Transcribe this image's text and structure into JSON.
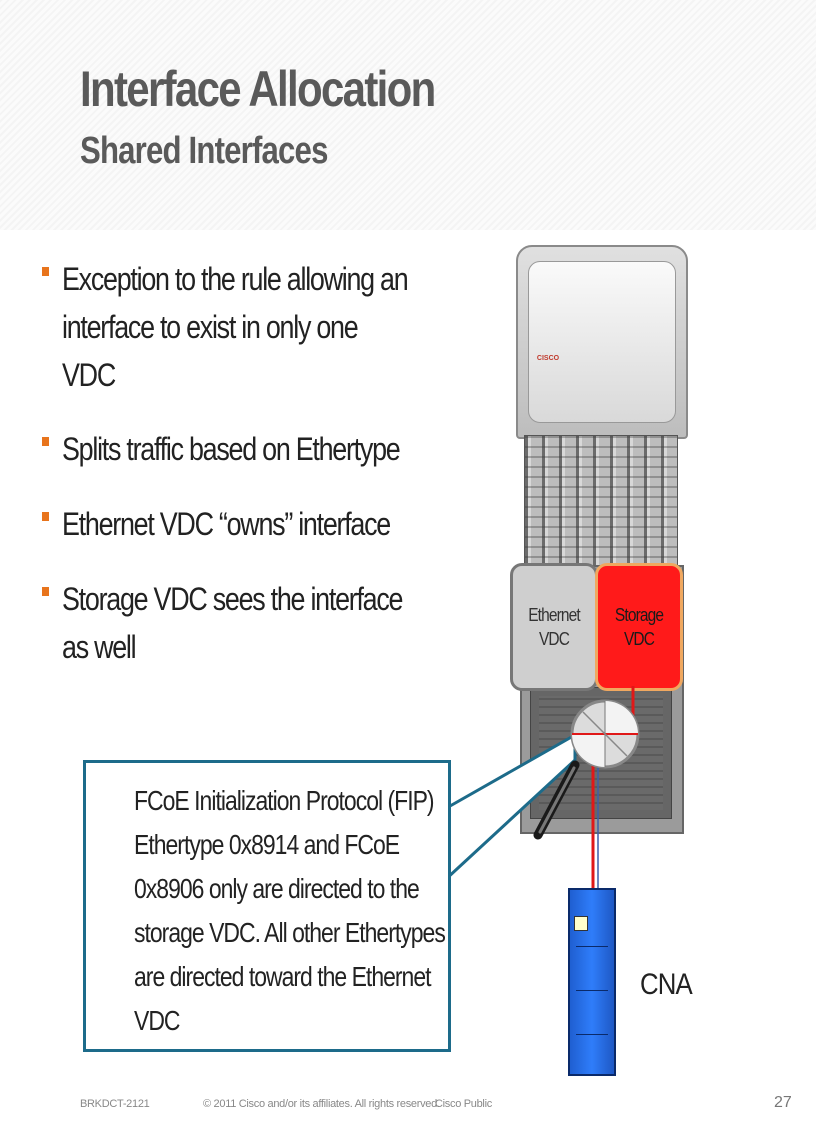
{
  "slide": {
    "title": "Interface Allocation",
    "subtitle": "Shared Interfaces"
  },
  "bullets": [
    {
      "lines": [
        "Exception to the rule allowing an",
        "interface to exist in only one",
        "VDC"
      ]
    },
    {
      "lines": [
        "Splits traffic based on Ethertype"
      ]
    },
    {
      "lines": [
        "Ethernet VDC “owns” interface"
      ]
    },
    {
      "lines": [
        "Storage VDC sees the interface",
        "as well"
      ]
    }
  ],
  "diagram": {
    "ethernet_vdc": [
      "Ethernet",
      "VDC"
    ],
    "storage_vdc": [
      "Storage",
      "VDC"
    ],
    "cna_label": "CNA",
    "logo_text": "CISCO"
  },
  "callout": {
    "lines": [
      "FCoE Initialization Protocol (FIP)",
      "Ethertype 0x8914 and FCoE",
      "0x8906 only are directed to the",
      "storage VDC. All other Ethertypes",
      "are directed toward the Ethernet",
      "VDC"
    ]
  },
  "footer": {
    "session_code": "BRKDCT-2121",
    "copyright": "© 2011 Cisco and/or its affiliates. All rights reserved.",
    "classification": "Cisco Public",
    "page_number": "27"
  },
  "colors": {
    "bullet_marker": "#e8741c",
    "storage_vdc_fill": "#ff1a1a",
    "ethernet_vdc_fill": "#cfcfcf",
    "callout_border": "#1d6b8a",
    "cna_fill": "#2f7dfa",
    "link_red": "#e01818"
  }
}
